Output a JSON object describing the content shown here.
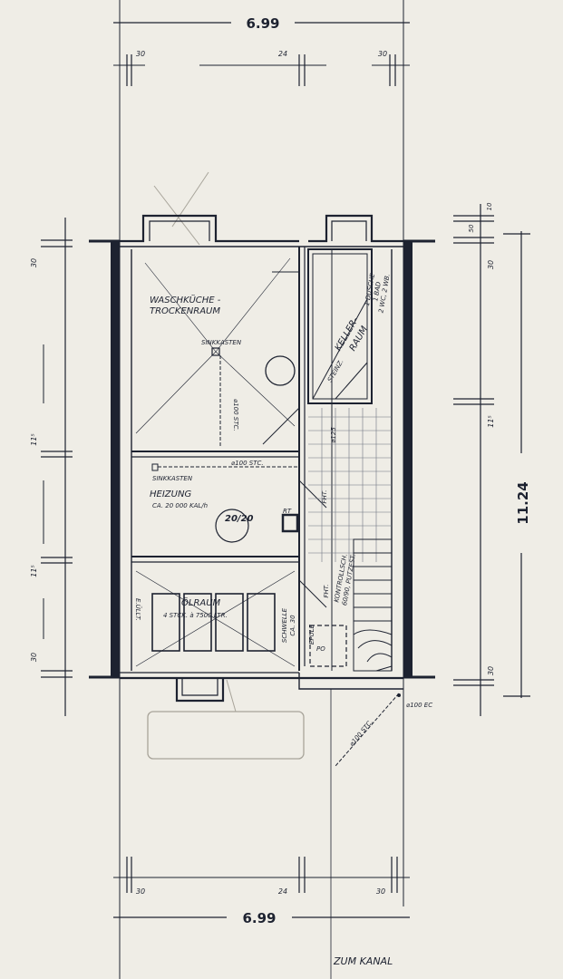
{
  "dimensions": {
    "top_total": "6.99",
    "top_left": "30",
    "top_mid": "24",
    "top_right": "30",
    "bottom_total": "6.99",
    "bottom_left": "30",
    "bottom_mid": "24",
    "bottom_right": "30",
    "left_top": "30",
    "left_upper": "11⁵",
    "left_lower": "11⁵",
    "left_bottom": "30",
    "right_top_a": "50",
    "right_top_b": "10",
    "right_upper": "30",
    "right_mid": "11⁵",
    "right_bottom": "30",
    "right_total": "11.24"
  },
  "rooms": {
    "laundry_line1": "WASCHKÜCHE -",
    "laundry_line2": "TROCKENRAUM",
    "laundry_drain": "SINKKASTEN",
    "laundry_pipe": "⌀100 STC.",
    "heating_drain": "SINKKASTEN",
    "heating_pipe": "⌀100 STC.",
    "heating_title": "HEIZUNG",
    "heating_capacity": "CA. 20 000 KAL/h",
    "chimney": "20/20",
    "chimney_small": "RT",
    "oil_title": "ÖLRAUM",
    "oil_detail": "4 STCK. à 7500 LTR.",
    "oil_left": "E.ÜLLT.",
    "sill_line1": "SCHWELLE",
    "sill_line2": "CA. 30",
    "cellar_line1": "KELLER-",
    "cellar_line2": "RAUM",
    "cellar_note": "STEINZ.",
    "cellar_fixtures1": "1 DUSCHE",
    "cellar_fixtures2": "1 BAD",
    "cellar_fixtures3": "2 WC, 2 WB.",
    "hall_pipe": "⌀125",
    "fht1": "FHT.",
    "fht2": "FHT.",
    "control_line1": "KONTROLLSCH.",
    "control_line2": "60/90, PUTZEST.",
    "epule": "EPULE",
    "po": "PO",
    "ec_pipe": "⌀100 EC",
    "stc_pipe": "⌀100 STC."
  },
  "footer": {
    "note": "ZUM KANAL"
  }
}
